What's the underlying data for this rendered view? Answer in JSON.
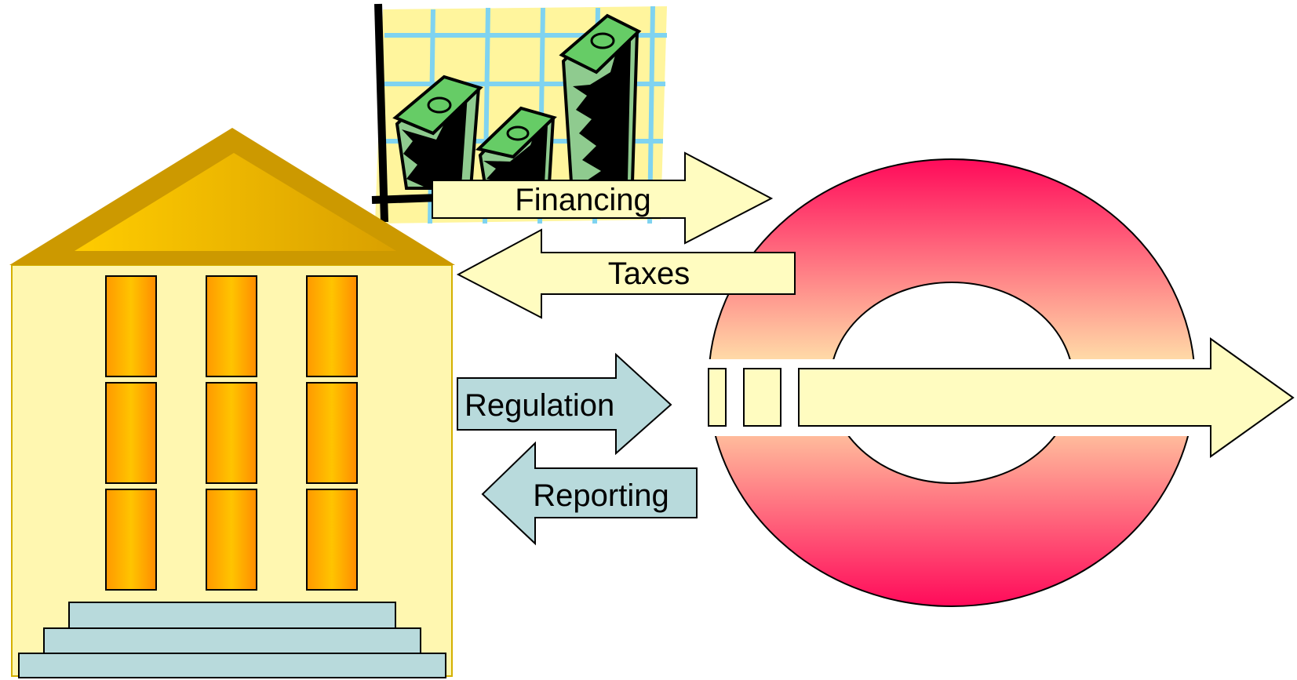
{
  "diagram": {
    "flows": {
      "financing": "Financing",
      "taxes": "Taxes",
      "regulation": "Regulation",
      "reporting": "Reporting"
    }
  },
  "colors": {
    "building_wall": "#FFF7B0",
    "pediment": "#CC9900",
    "pediment_inner": "#FFC000",
    "column_light": "#FFB300",
    "column_dark": "#FF8C00",
    "steps": "#B8DADC",
    "flow_arrow_yellow": "#FFFCC0",
    "flow_arrow_blue": "#B8DADC",
    "cycle_outer": "#FF1060",
    "cycle_inner": "#FFEFB0",
    "chart_paper": "#FFF59D",
    "chart_grid": "#7FD3F0",
    "money_green": "#8FD18F"
  },
  "icons": {
    "building": "government-building-icon",
    "money_chart": "money-bar-chart-icon",
    "cycle": "business-cycle-icon"
  }
}
